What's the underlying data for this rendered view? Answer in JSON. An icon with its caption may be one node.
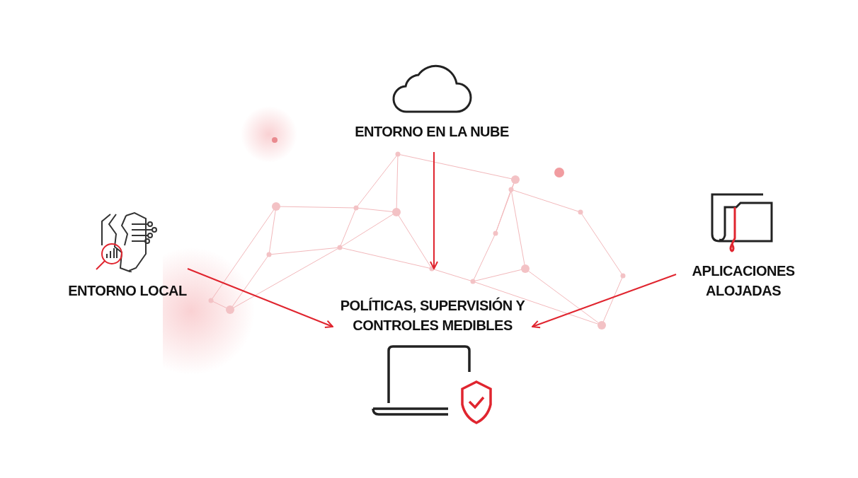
{
  "diagram": {
    "nodes": [
      {
        "text": [
          "ENTORNO EN LA NUBE"
        ]
      },
      {
        "text": [
          "ENTORNO LOCAL"
        ]
      },
      {
        "text": [
          "APLICACIONES ALOJADAS"
        ]
      },
      {
        "text": [
          "POLÍTICAS, SUPERVISIÓN Y CONTROLES MEDIBLES"
        ]
      }
    ],
    "edges": [
      {
        "from": 0,
        "to": 3,
        "arrow": "to",
        "color": "#e0252f"
      },
      {
        "from": 1,
        "to": 3,
        "arrow": "to",
        "color": "#e0252f"
      },
      {
        "from": 2,
        "to": 3,
        "arrow": "to",
        "color": "#e0252f"
      }
    ]
  }
}
